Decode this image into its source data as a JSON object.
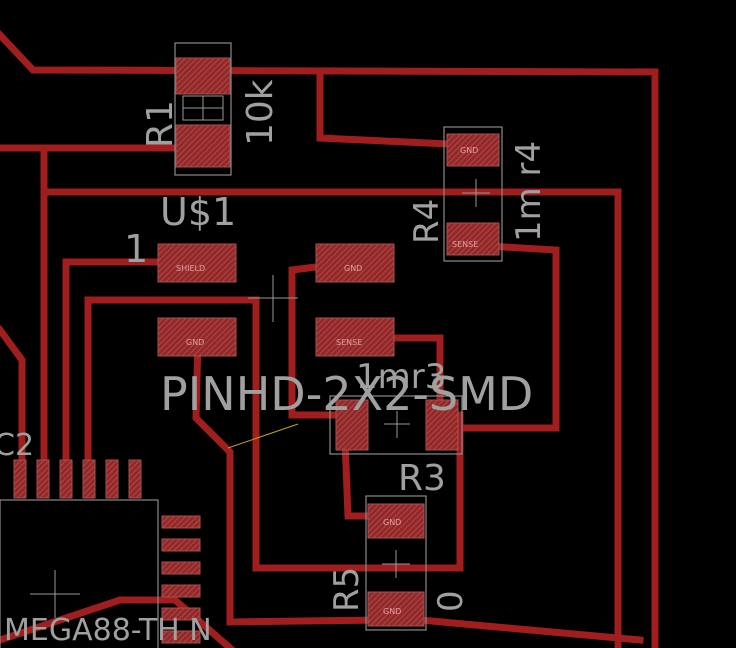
{
  "colors": {
    "background": "#000000",
    "trace": "#a11e1e",
    "pad": "#b03a3a",
    "text": "#a0a0a0",
    "airwire": "#c8a020"
  },
  "labels": {
    "r1_name": "R1",
    "r1_value": "10k",
    "u1_name": "U$1",
    "pin1": "1",
    "header_value": "PINHD-2X2-SMD",
    "r4_name": "R4",
    "r4_value": "1m r4",
    "r3_value": "1mr3",
    "r3_name": "R3",
    "r5_name": "R5",
    "r5_value": "0",
    "ic_value": "MEGA88-TH N",
    "ic_name_partial": "C2"
  },
  "pads": {
    "shield": "SHIELD",
    "gnd": "GND",
    "sense": "SENSE"
  }
}
